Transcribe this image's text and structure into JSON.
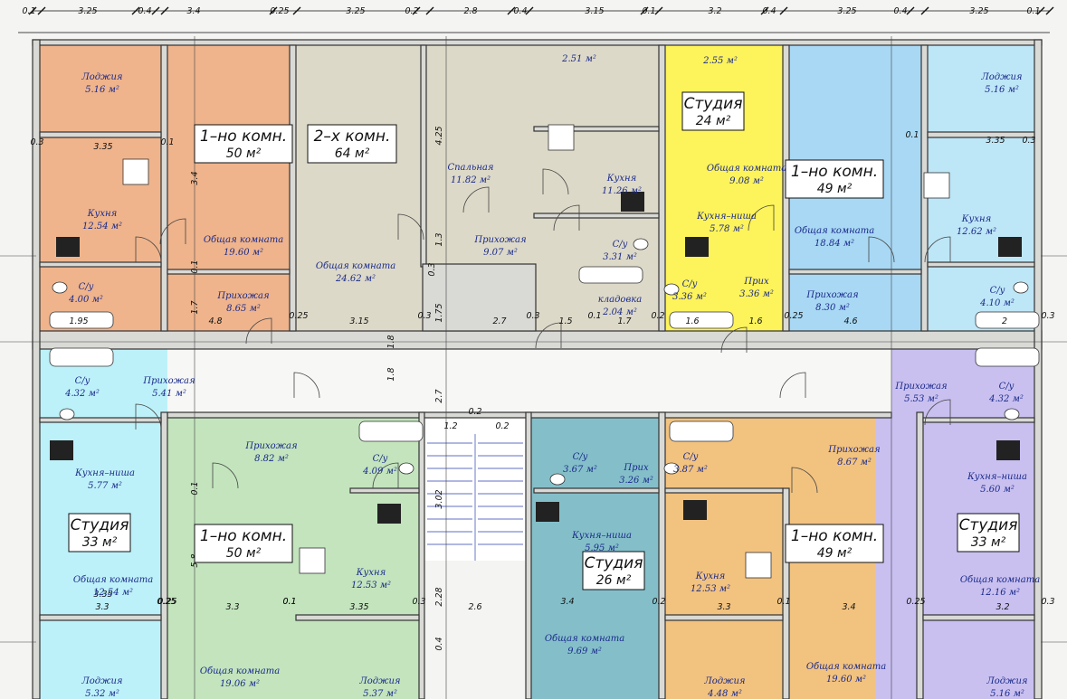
{
  "colors": {
    "orange": "#efb48c",
    "beige": "#ddd9c8",
    "yellow": "#fdf35a",
    "sky": "#a8d8f4",
    "lightblue": "#bde6f7",
    "lavender": "#c9c0f0",
    "green": "#c3e4bd",
    "teal": "#84bfc9",
    "amber": "#f2c27f",
    "cyan": "#bdf1f9",
    "corridor": "#f7f7f5"
  },
  "dims_top": [
    "0.1",
    "3.25",
    "0.4",
    "3.4",
    "0.25",
    "3.25",
    "0.2",
    "2.8",
    "0.4",
    "3.15",
    "0.1",
    "3.2",
    "0.4",
    "3.25",
    "0.4",
    "3.25",
    "0.1"
  ],
  "apartments": [
    {
      "title": "1–но комн.",
      "area": "50 м²"
    },
    {
      "title": "2–х комн.",
      "area": "64 м²"
    },
    {
      "title": "Студия",
      "area": "24 м²"
    },
    {
      "title": "1–но комн.",
      "area": "49 м²"
    },
    {
      "title": "Студия",
      "area": "33 м²"
    },
    {
      "title": "1–но комн.",
      "area": "50 м²"
    },
    {
      "title": "Студия",
      "area": "26 м²"
    },
    {
      "title": "1–но комн.",
      "area": "49 м²"
    },
    {
      "title": "Студия",
      "area": "33 м²"
    }
  ],
  "rooms": [
    {
      "name": "Лоджия",
      "area": "5.16 м²"
    },
    {
      "name": "Кухня",
      "area": "12.54 м²"
    },
    {
      "name": "С/у",
      "area": "4.00 м²"
    },
    {
      "name": "Общая комната",
      "area": "19.60 м²"
    },
    {
      "name": "Прихожая",
      "area": "8.65 м²"
    },
    {
      "name": "Общая комната",
      "area": "24.62 м²"
    },
    {
      "name": "Спальная",
      "area": "11.82 м²"
    },
    {
      "name": "Прихожая",
      "area": "9.07 м²"
    },
    {
      "name": "",
      "area": "2.51 м²"
    },
    {
      "name": "Кухня",
      "area": "11.26 м²"
    },
    {
      "name": "С/у",
      "area": "3.31 м²"
    },
    {
      "name": "кладовка",
      "area": "2.04 м²"
    },
    {
      "name": "",
      "area": "2.55 м²"
    },
    {
      "name": "Общая комната",
      "area": "9.08 м²"
    },
    {
      "name": "Кухня–ниша",
      "area": "5.78 м²"
    },
    {
      "name": "С/у",
      "area": "3.36 м²"
    },
    {
      "name": "Прих",
      "area": "3.36 м²"
    },
    {
      "name": "Общая комната",
      "area": "18.84 м²"
    },
    {
      "name": "Прихожая",
      "area": "8.30 м²"
    },
    {
      "name": "Лоджия",
      "area": "5.16 м²"
    },
    {
      "name": "Кухня",
      "area": "12.62 м²"
    },
    {
      "name": "С/у",
      "area": "4.10 м²"
    },
    {
      "name": "С/у",
      "area": "4.32 м²"
    },
    {
      "name": "Прихожая",
      "area": "5.41 м²"
    },
    {
      "name": "Кухня–ниша",
      "area": "5.77 м²"
    },
    {
      "name": "Общая комната",
      "area": "12.54 м²"
    },
    {
      "name": "Лоджия",
      "area": "5.32 м²"
    },
    {
      "name": "Прихожая",
      "area": "8.82 м²"
    },
    {
      "name": "С/у",
      "area": "4.09 м²"
    },
    {
      "name": "Кухня",
      "area": "12.53 м²"
    },
    {
      "name": "Общая комната",
      "area": "19.06 м²"
    },
    {
      "name": "Лоджия",
      "area": "5.37 м²"
    },
    {
      "name": "С/у",
      "area": "3.67 м²"
    },
    {
      "name": "Прих",
      "area": "3.26 м²"
    },
    {
      "name": "Кухня–ниша",
      "area": "5.95 м²"
    },
    {
      "name": "Общая комната",
      "area": "9.69 м²"
    },
    {
      "name": "С/у",
      "area": "3.87 м²"
    },
    {
      "name": "Прихожая",
      "area": "8.67 м²"
    },
    {
      "name": "Кухня",
      "area": "12.53 м²"
    },
    {
      "name": "Лоджия",
      "area": "4.48 м²"
    },
    {
      "name": "Общая комната",
      "area": "19.60 м²"
    },
    {
      "name": "Прихожая",
      "area": "5.53 м²"
    },
    {
      "name": "С/у",
      "area": "4.32 м²"
    },
    {
      "name": "Кухня–ниша",
      "area": "5.60 м²"
    },
    {
      "name": "Общая комната",
      "area": "12.16 м²"
    },
    {
      "name": "Лоджия",
      "area": "5.16 м²"
    }
  ],
  "dims_inner": [
    "0.3",
    "3.35",
    "0.1",
    "3.4",
    "3.35",
    "0.1",
    "3.3",
    "0.25",
    "3.25",
    "0.1",
    "3.35",
    "0.3",
    "1.95",
    "4.8",
    "0.25",
    "3.15",
    "0.3",
    "2.7",
    "0.3",
    "1.5",
    "0.1",
    "1.7",
    "0.2",
    "1.6",
    "1.6",
    "0.25",
    "4.6",
    "2",
    "0.3",
    "0.2",
    "1.2",
    "0.2",
    "3.3",
    "0.25",
    "0.1",
    "3.35",
    "0.3",
    "2.6",
    "3.4",
    "0.2",
    "3.3",
    "0.1",
    "3.4",
    "0.25",
    "3.2",
    "0.3",
    "5.8",
    "1.7",
    "0.1",
    "1.8",
    "0.1",
    "4.25",
    "1.3",
    "1.75",
    "0.3",
    "1.8",
    "2.7",
    "3.02",
    "2.28",
    "0.4"
  ]
}
